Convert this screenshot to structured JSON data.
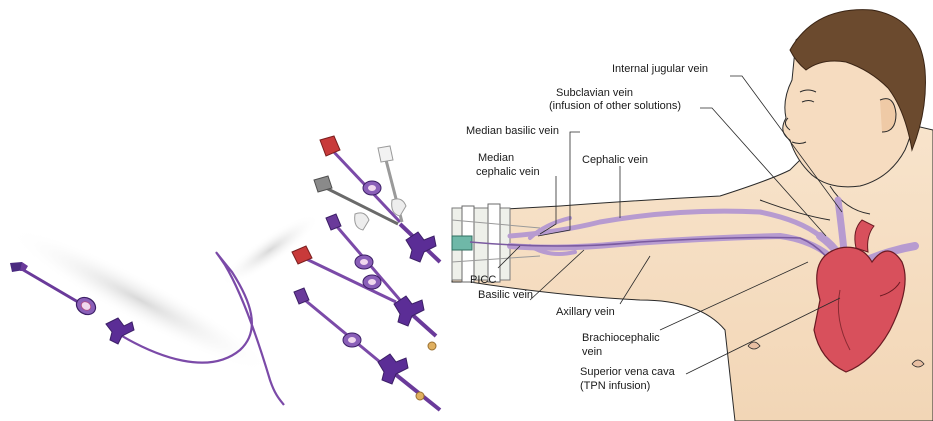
{
  "labels": {
    "internal_jugular": "Internal jugular vein",
    "subclavian_1": "Subclavian vein",
    "subclavian_2": "(infusion of other solutions)",
    "median_basilic": "Median basilic vein",
    "median_cephalic_1": "Median",
    "median_cephalic_2": "cephalic vein",
    "cephalic": "Cephalic vein",
    "picc": "PICC",
    "basilic": "Basilic vein",
    "axillary": "Axillary vein",
    "brachiocephalic_1": "Brachiocephalic",
    "brachiocephalic_2": "vein",
    "svc_1": "Superior vena cava",
    "svc_2": "(TPN infusion)"
  },
  "colors": {
    "catheter_purple": "#6a3a9a",
    "catheter_dark": "#3c1f66",
    "vein_lavender": "#b79bd0",
    "heart_red": "#d8505c",
    "skin": "#f7e0c4",
    "hair": "#6b4a2e",
    "cap_red": "#c83a3a",
    "cap_grey": "#9a9a9a",
    "clamp_white": "#e9e9e9"
  }
}
